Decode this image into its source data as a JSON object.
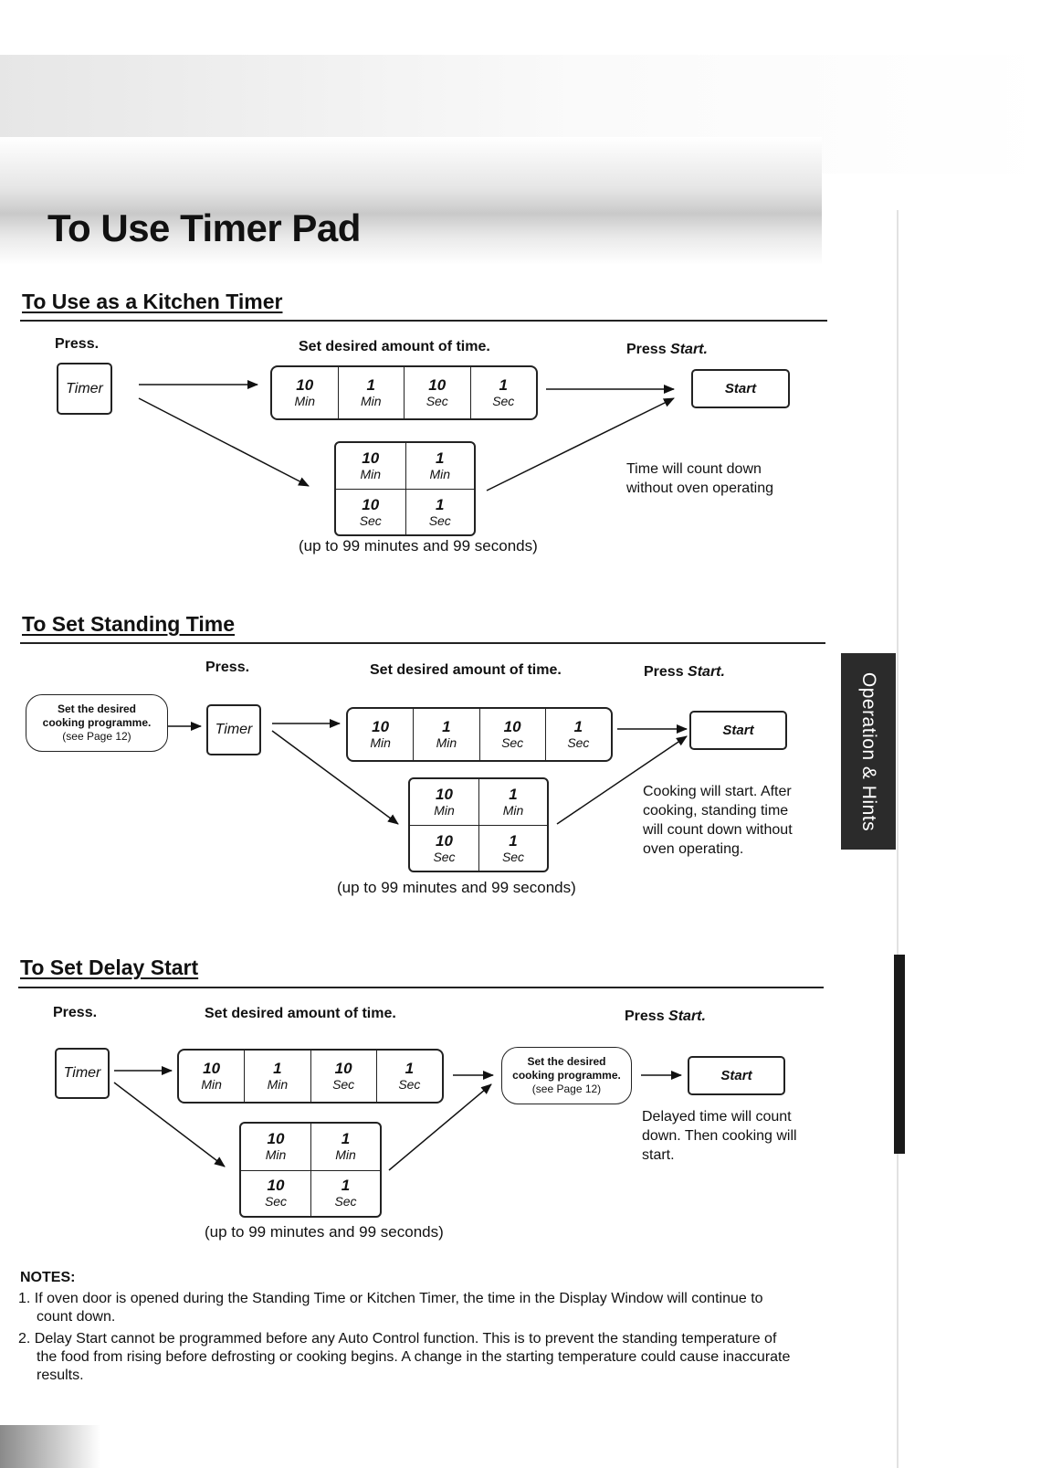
{
  "page": {
    "title": "To Use Timer Pad",
    "side_tab": "Operation & Hints"
  },
  "keys": {
    "ten_min": {
      "value": "10",
      "unit": "Min"
    },
    "one_min": {
      "value": "1",
      "unit": "Min"
    },
    "ten_sec": {
      "value": "10",
      "unit": "Sec"
    },
    "one_sec": {
      "value": "1",
      "unit": "Sec"
    }
  },
  "buttons": {
    "timer": "Timer",
    "start": "Start"
  },
  "labels": {
    "press": "Press.",
    "set_time": "Set desired amount of time.",
    "press_start_prefix": "Press",
    "press_start_word": "Start."
  },
  "programme_pill": {
    "line1": "Set the desired",
    "line2": "cooking programme.",
    "line3": "(see Page 12)"
  },
  "range_caption": "(up to 99 minutes and 99 seconds)",
  "sections": [
    {
      "title": "To Use as a Kitchen Timer",
      "note": "Time will count down without oven operating"
    },
    {
      "title": "To Set Standing Time",
      "note": "Cooking will start. After cooking, standing time will count down without oven operating."
    },
    {
      "title": "To Set Delay Start",
      "note": "Delayed time will count down. Then cooking will start."
    }
  ],
  "notes": {
    "heading": "NOTES:",
    "items": [
      "1. If oven door is opened during the Standing Time or Kitchen Timer, the time in the Display Window will continue to count down.",
      "2. Delay Start cannot be programmed before any Auto Control function. This is to prevent the standing temperature of the food from rising before defrosting or cooking begins. A change in the starting temperature could cause inaccurate results."
    ]
  }
}
